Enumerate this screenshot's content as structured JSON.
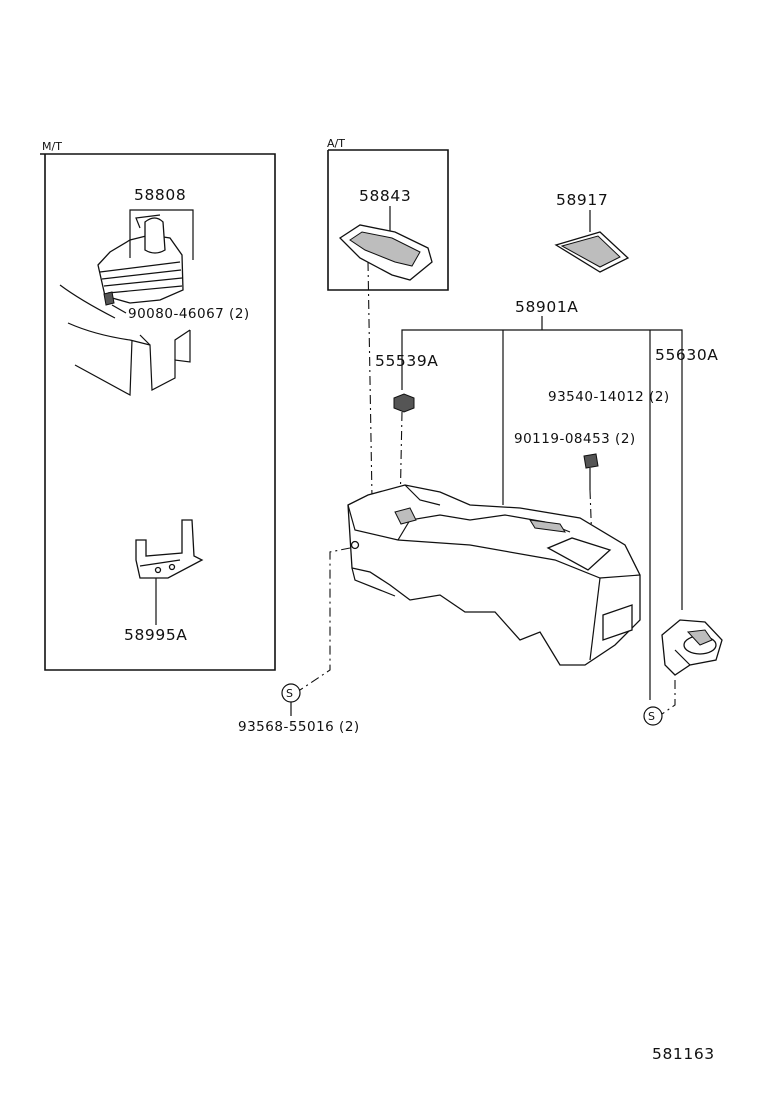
{
  "sections": {
    "mt": {
      "label": "M/T"
    },
    "at": {
      "label": "A/T"
    }
  },
  "parts": {
    "shift_boot": "58808",
    "boot_screw": "90080-46067 (2)",
    "bracket": "58995A",
    "shift_bezel": "58843",
    "console_mat": "58917",
    "console_box": "58901A",
    "retainer": "55539A",
    "cup_holder": "55630A",
    "console_screw": "93540-14012 (2)",
    "console_bolt": "90119-08453 (2)",
    "side_screw": "93568-55016 (2)"
  },
  "markers": {
    "s_symbol": "S"
  },
  "footer": {
    "diagram_id": "581163"
  }
}
